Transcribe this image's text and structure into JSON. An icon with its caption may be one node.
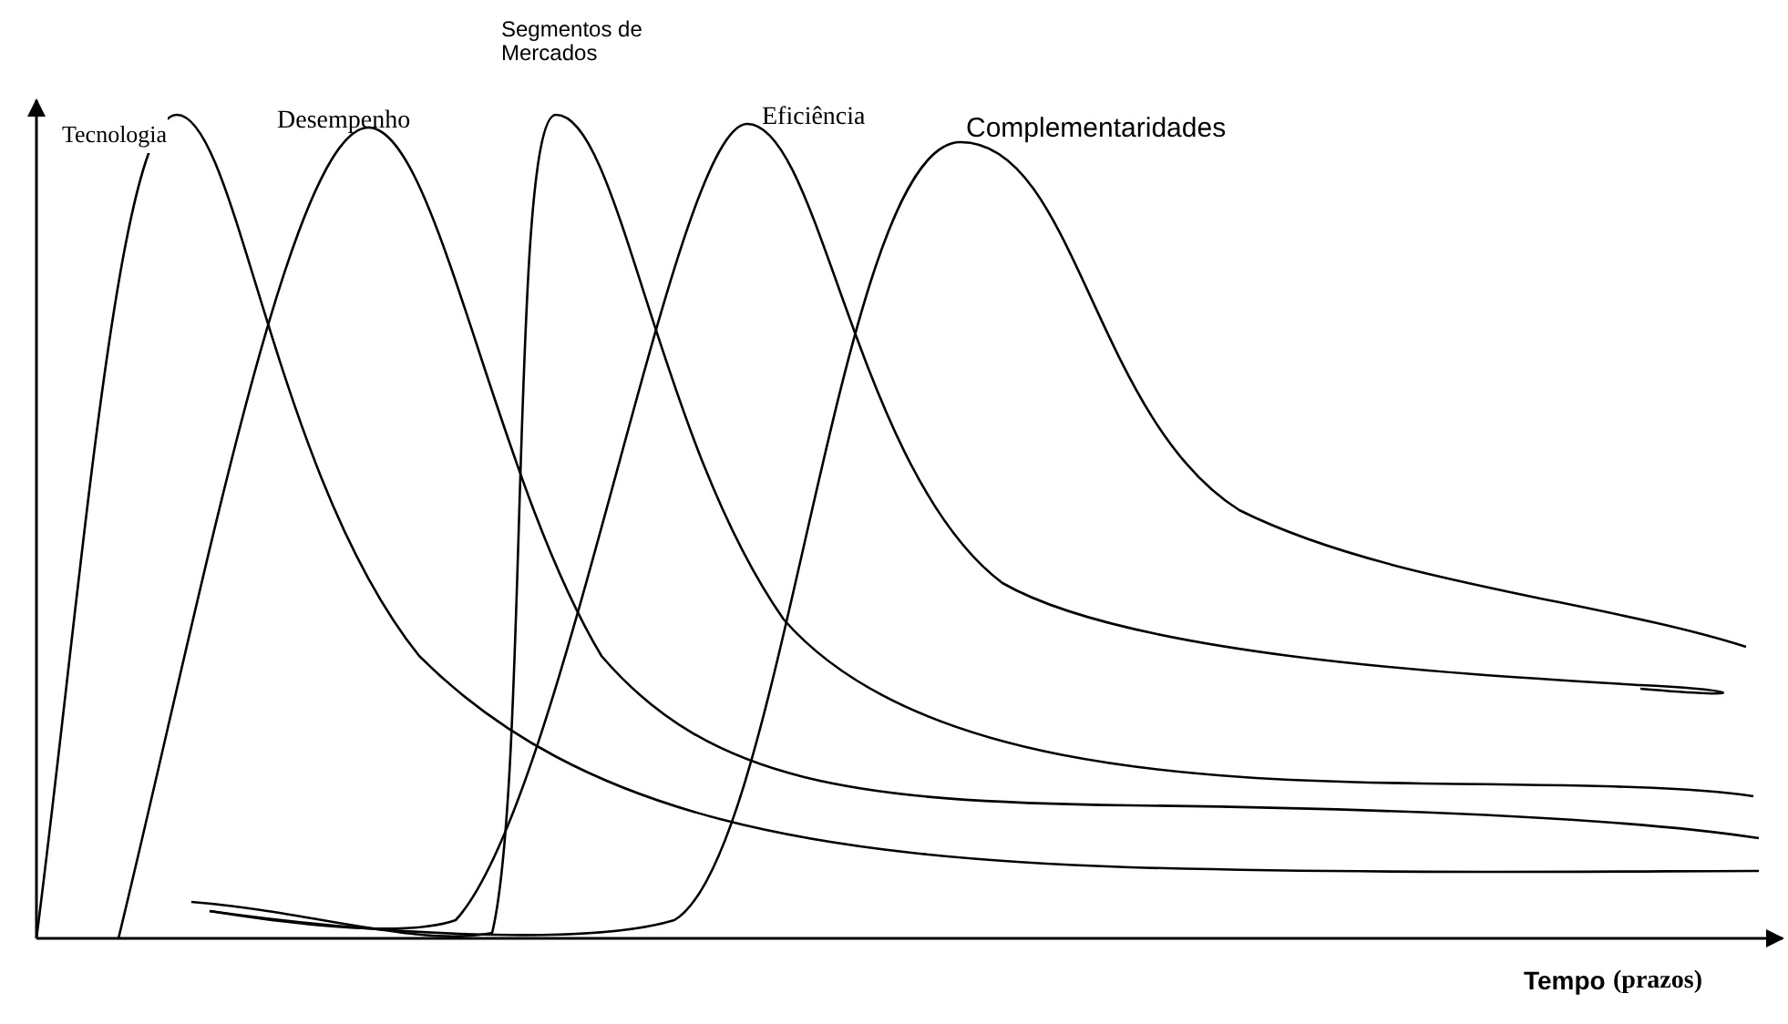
{
  "diagram": {
    "labels": [
      "Tecnologia",
      "Desempenho",
      "Segmentos de Mercados",
      "Eficiência",
      "Complementaridades",
      "Tempo",
      "(prazos)"
    ]
  }
}
